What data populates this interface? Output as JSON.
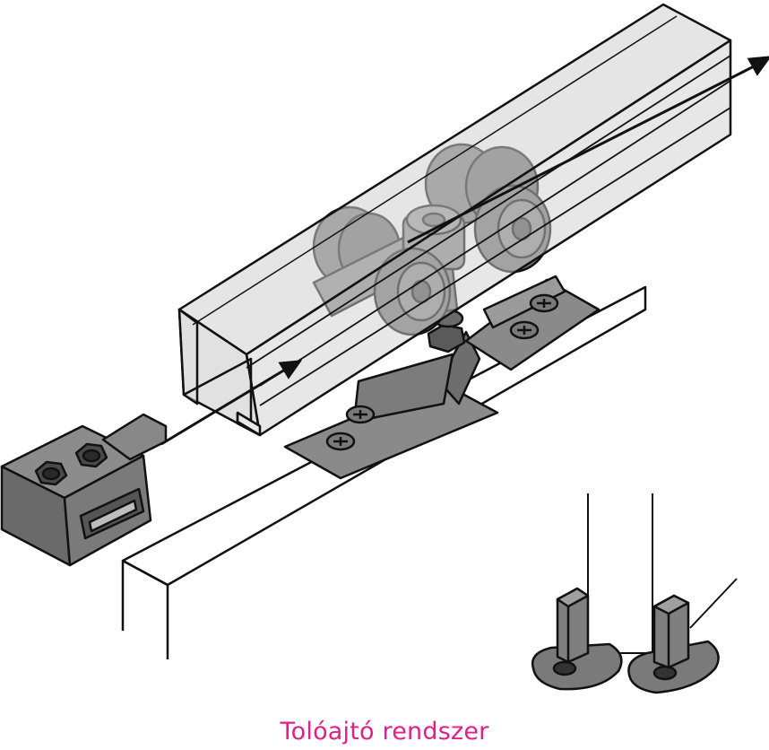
{
  "caption": "Tolóajtó rendszer",
  "colors": {
    "caption": "#e0218a",
    "outline": "#111111",
    "rail_fill": "#d8d8d8",
    "part_dark": "#707070",
    "part_mid": "#8c8c8c",
    "part_light": "#a8a8a8",
    "background": "#ffffff"
  },
  "components": [
    "aluminium-rail",
    "roller-trolley",
    "mounting-bracket",
    "end-stop-block",
    "door-panel",
    "floor-guides",
    "direction-arrows"
  ]
}
